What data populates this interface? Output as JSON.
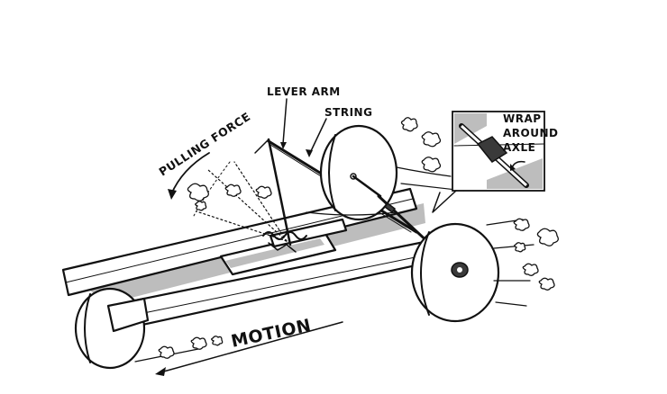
{
  "labels": {
    "lever_arm": "LEVER ARM",
    "string": "STRING",
    "pulling_force": "PULLING FORCE",
    "wrap_line1": "WRAP",
    "wrap_line2": "AROUND",
    "wrap_line3": "AXLE",
    "motion": "MOTION"
  },
  "colors": {
    "ink": "#111111",
    "shade": "#bdbdbd",
    "paper": "#ffffff"
  }
}
